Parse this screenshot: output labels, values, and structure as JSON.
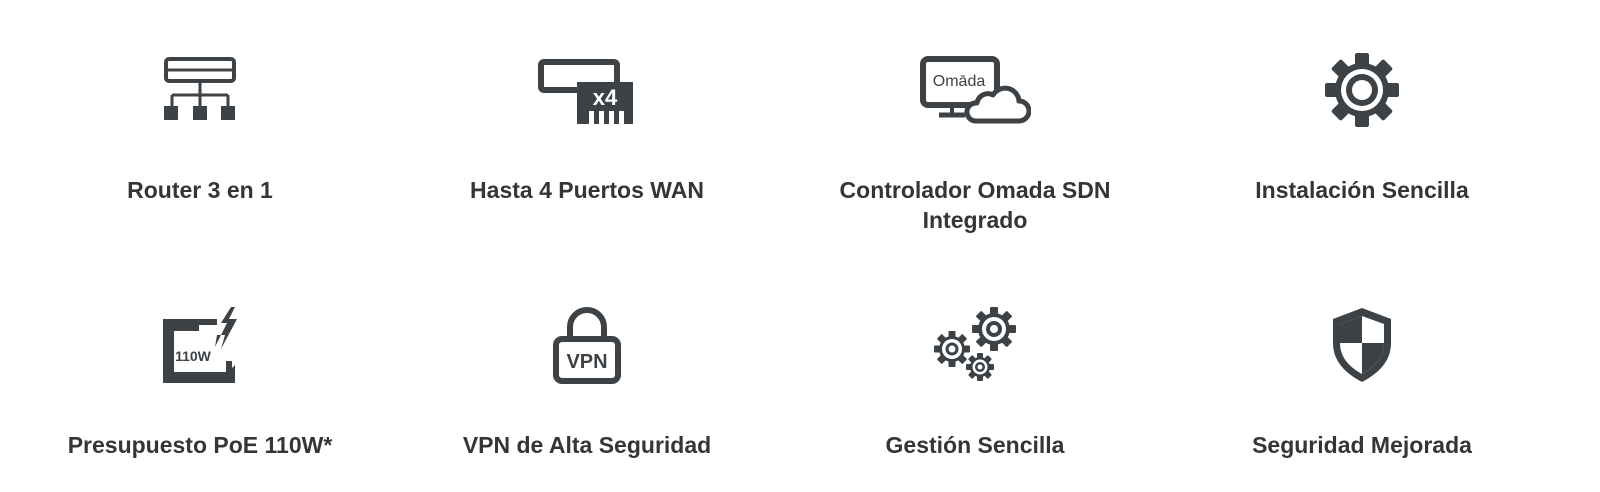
{
  "features": [
    {
      "icon": "router-3-in-1-icon",
      "label": "Router 3 en 1"
    },
    {
      "icon": "wan-ports-x4-icon",
      "label": "Hasta 4 Puertos WAN",
      "icon_text": "x4"
    },
    {
      "icon": "omada-cloud-controller-icon",
      "label": "Controlador Omada SDN Integrado",
      "icon_text": "Omāda"
    },
    {
      "icon": "gear-icon",
      "label": "Instalación Sencilla"
    },
    {
      "icon": "poe-power-icon",
      "label": "Presupuesto PoE 110W*",
      "icon_text": "110W"
    },
    {
      "icon": "vpn-lock-icon",
      "label": "VPN de Alta Seguridad",
      "icon_text": "VPN"
    },
    {
      "icon": "multiple-gears-icon",
      "label": "Gestión Sencilla"
    },
    {
      "icon": "shield-icon",
      "label": "Seguridad Mejorada"
    }
  ],
  "colors": {
    "icon": "#3d4246",
    "text": "#333639",
    "background": "#ffffff"
  }
}
